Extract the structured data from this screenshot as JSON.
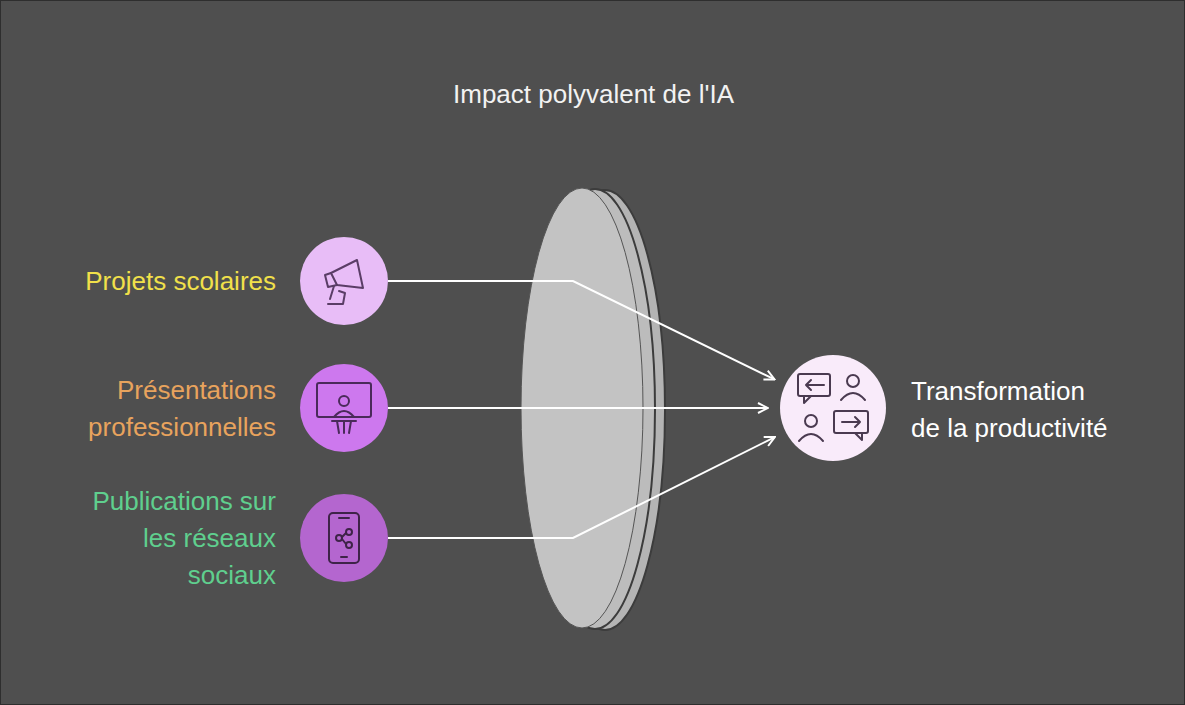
{
  "diagram": {
    "title": "Impact polyvalent de l'IA",
    "nodes": [
      {
        "text": [
          "Projets scolaires"
        ]
      },
      {
        "text": [
          "Présentations professionnelles"
        ]
      },
      {
        "text": [
          "Publications sur les réseaux sociaux"
        ]
      },
      {
        "text": [
          "Transformation de la productivité"
        ]
      }
    ],
    "edges": [
      {
        "from": 0,
        "to": 3,
        "arrow": "to"
      },
      {
        "from": 1,
        "to": 3,
        "arrow": "to"
      },
      {
        "from": 2,
        "to": 3,
        "arrow": "to"
      }
    ]
  }
}
